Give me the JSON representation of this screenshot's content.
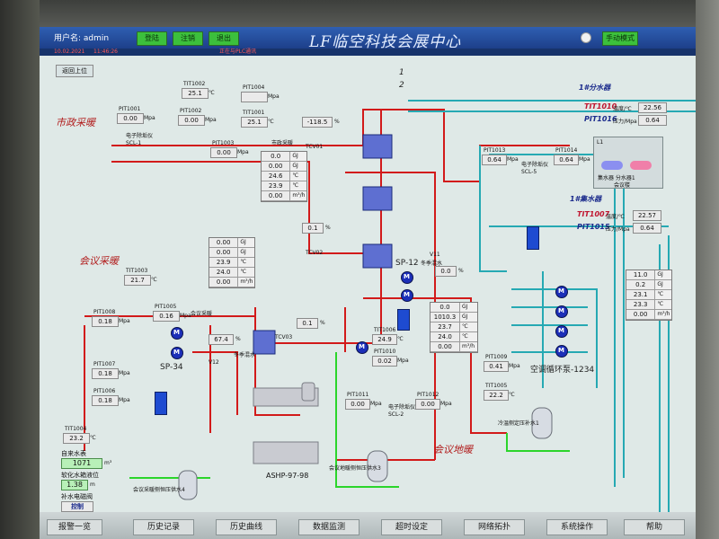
{
  "header": {
    "user_label": "用户名: admin",
    "login_btn": "登陆",
    "logout_btn": "注销",
    "exit_btn": "退出",
    "title": "LF临空科技会展中心",
    "mode_btn": "手动模式"
  },
  "subbar": {
    "date": "10.02.2021",
    "time": "11:46:26",
    "status": "正在与PLC通讯"
  },
  "top_left_button": "返回上位",
  "labels": {
    "shizheng": "市政采暖",
    "huiyi": "会议采暖",
    "huiyi_dinuan": "会议地暖",
    "fenshuiqi_1f": "1#分水器",
    "jishuiqi_1f": "1#集水器",
    "line1": "1",
    "line2": "2",
    "sp12": "SP-12",
    "sp34": "SP-34",
    "dongji": "冬季混水",
    "dongji2": "冬季混水",
    "kongtiao": "空调循环泵-1234",
    "ashp": "ASHP-97-98",
    "shizheng_cailu": "市政采暖",
    "huiyi_cailu": "会议采暖",
    "vent1": "会议楼",
    "chip_l1": "L1"
  },
  "instruments": {
    "tit1002": {
      "tag": "TIT1002",
      "value": "25.1",
      "unit": "℃"
    },
    "pit1004": {
      "tag": "PIT1004",
      "value": "",
      "unit": "Mpa"
    },
    "pit1001": {
      "tag": "PIT1001",
      "value": "0.00",
      "unit": "Mpa"
    },
    "pit1002": {
      "tag": "PIT1002",
      "value": "0.00",
      "unit": "Mpa"
    },
    "tit1001": {
      "tag": "TIT1001",
      "value": "25.1",
      "unit": "℃"
    },
    "pit1003": {
      "tag": "PIT1003",
      "value": "0.00",
      "unit": "Mpa"
    },
    "tcv01": {
      "tag": "TCV01",
      "value": "-118.5",
      "unit": "%"
    },
    "tcv02": {
      "tag": "TCV02",
      "value": "0.1",
      "unit": "%"
    },
    "tcv03": {
      "tag": "TCV03",
      "value": "0.1",
      "unit": "%"
    },
    "tit1003": {
      "tag": "TIT1003",
      "value": "21.7",
      "unit": "℃"
    },
    "pit1005": {
      "tag": "PIT1005",
      "value": "0.16",
      "unit": "Mpa"
    },
    "pit1008": {
      "tag": "PIT1008",
      "value": "0.18",
      "unit": "Mpa"
    },
    "pit1007": {
      "tag": "PIT1007",
      "value": "0.18",
      "unit": "Mpa"
    },
    "pit1006": {
      "tag": "PIT1006",
      "value": "0.18",
      "unit": "Mpa"
    },
    "tit1004": {
      "tag": "TIT1004",
      "value": "23.2",
      "unit": "℃"
    },
    "v12": {
      "tag": "V12",
      "value": "67.4",
      "unit": "%"
    },
    "tit1006": {
      "tag": "TIT1006",
      "value": "24.9",
      "unit": "℃"
    },
    "pit1010": {
      "tag": "PIT1010",
      "value": "0.02",
      "unit": "Mpa"
    },
    "pit1011": {
      "tag": "PIT1011",
      "value": "0.00",
      "unit": "Mpa"
    },
    "pit1012": {
      "tag": "PIT1012",
      "value": "0.00",
      "unit": "Mpa"
    },
    "pit1009": {
      "tag": "PIT1009",
      "value": "0.41",
      "unit": "Mpa"
    },
    "tit1005": {
      "tag": "TIT1005",
      "value": "22.2",
      "unit": "℃"
    },
    "pit1013": {
      "tag": "PIT1013",
      "value": "0.64",
      "unit": "Mpa"
    },
    "pit1014": {
      "tag": "PIT1014",
      "value": "0.64",
      "unit": "Mpa"
    },
    "v11": {
      "tag": "V11",
      "value": "0.0",
      "unit": "%"
    },
    "tit1010": {
      "tag": "TIT1010",
      "label": "温度/℃",
      "value": "22.56"
    },
    "pit1016": {
      "tag": "PIT1016",
      "label": "压力/Mpa",
      "value": "0.64"
    },
    "tit1007": {
      "tag": "TIT1007",
      "label": "温度/℃",
      "value": "22.57"
    },
    "pit1015": {
      "tag": "PIT1015",
      "label": "压力/Mpa",
      "value": "0.64"
    }
  },
  "panels": {
    "shizheng": [
      {
        "v": "0.0",
        "u": "GJ"
      },
      {
        "v": "0.00",
        "u": "GJ"
      },
      {
        "v": "24.6",
        "u": "℃"
      },
      {
        "v": "23.9",
        "u": "℃"
      },
      {
        "v": "0.00",
        "u": "m³/h"
      }
    ],
    "huiyi": [
      {
        "v": "0.00",
        "u": "GJ"
      },
      {
        "v": "0.00",
        "u": "GJ"
      },
      {
        "v": "23.9",
        "u": "℃"
      },
      {
        "v": "24.0",
        "u": "℃"
      },
      {
        "v": "0.00",
        "u": "m³/h"
      }
    ],
    "dinuan": [
      {
        "v": "0.0",
        "u": "GJ"
      },
      {
        "v": "1010.3",
        "u": "GJ"
      },
      {
        "v": "23.7",
        "u": "℃"
      },
      {
        "v": "24.0",
        "u": "℃"
      },
      {
        "v": "0.00",
        "u": "m³/h"
      }
    ],
    "right": [
      {
        "v": "11.0",
        "u": "GJ"
      },
      {
        "v": "0.2",
        "u": "GJ"
      },
      {
        "v": "23.1",
        "u": "℃"
      },
      {
        "v": "23.3",
        "u": "℃"
      },
      {
        "v": "0.00",
        "u": "m³/h"
      }
    ]
  },
  "equipment": {
    "scl1": "电子除垢仪\nSCL-1",
    "scl2": "电子除垢仪\nSCL-2",
    "scl5": "电子除垢仪\nSCL-5",
    "tank_huiyi": "会议采暖侧恒压供水4",
    "tank_dinuan": "会议地暖侧恒压供水3",
    "tank_right": "冷温侧定压补水1",
    "jishui": "集水器 分水器1"
  },
  "left_stats": {
    "ziLai_label": "自来水表",
    "ziLai_value": "1071",
    "ziLai_unit": "m³",
    "soft_label": "软化水箱液位",
    "soft_value": "1.38",
    "soft_unit": "m",
    "pump_label": "补水电磁阀",
    "control_btn": "控制"
  },
  "footer": {
    "b1": "报警一览",
    "b2": "历史记录",
    "b3": "历史曲线",
    "b4": "数据监测",
    "b5": "超时设定",
    "b6": "网络拓扑",
    "b7": "系统操作",
    "b8": "帮助"
  },
  "colors": {
    "pipe_red": "#d21a1a",
    "pipe_cyan": "#26a9b3",
    "pipe_green": "#2bd52b",
    "pump_blue": "#1c2fb8"
  }
}
